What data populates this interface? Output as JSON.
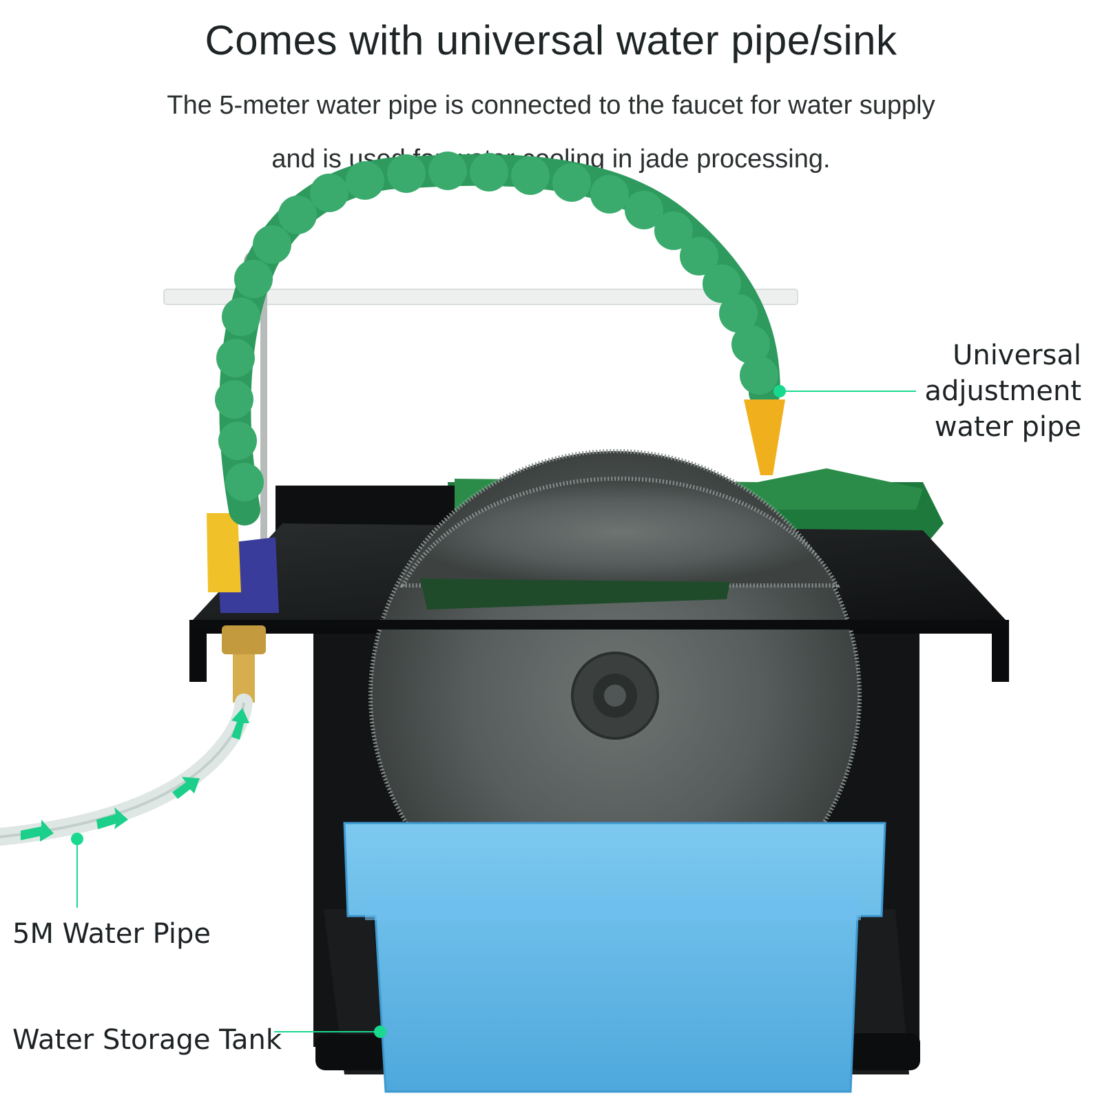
{
  "headline": "Comes with universal water pipe/sink",
  "subtitle_line1": "The 5-meter water pipe is connected to the faucet for water supply",
  "subtitle_line2": "and is used for water cooling in jade processing.",
  "callouts": {
    "adjust_line1": "Universal adjustment",
    "adjust_line2": "water pipe",
    "pipe": "5M Water Pipe",
    "tank": "Water Storage Tank"
  },
  "colors": {
    "leader": "#19d98f",
    "hose_green": "#2e9a5e",
    "tank_blue": "#5ab4e4",
    "body_green": "#1e7a3c"
  }
}
